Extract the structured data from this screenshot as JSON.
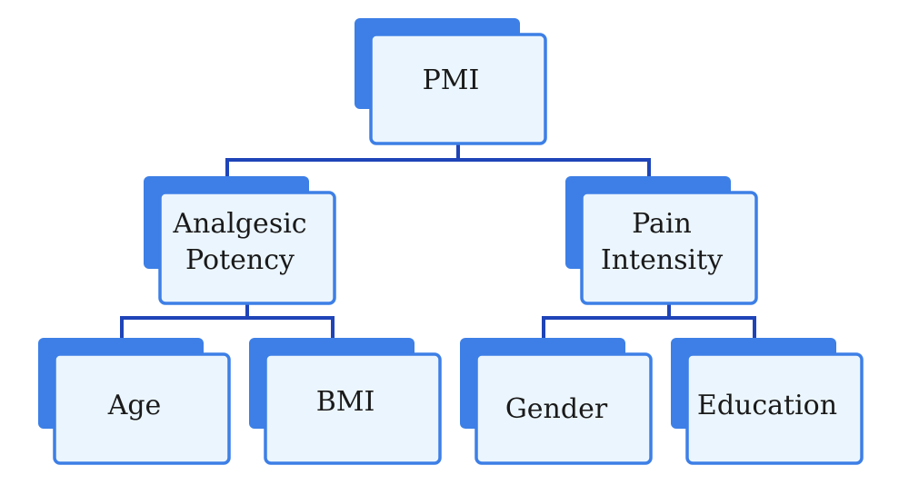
{
  "colors": {
    "shadow": "#3d7fe6",
    "border": "#3d7fe6",
    "fill": "#ebf5fd",
    "connector": "#1f44b8",
    "text": "#1a1a1a",
    "background": "#ffffff"
  },
  "nodes": [
    {
      "id": "pmi",
      "lines": [
        "PMI"
      ]
    },
    {
      "id": "analgesic-potency",
      "lines": [
        "Analgesic",
        "Potency"
      ]
    },
    {
      "id": "pain-intensity",
      "lines": [
        "Pain",
        "Intensity"
      ]
    },
    {
      "id": "age",
      "lines": [
        "Age"
      ]
    },
    {
      "id": "bmi",
      "lines": [
        "BMI"
      ]
    },
    {
      "id": "gender",
      "lines": [
        "Gender"
      ]
    },
    {
      "id": "education",
      "lines": [
        "Education"
      ]
    }
  ],
  "edges": [
    {
      "from": "pmi",
      "to": "analgesic-potency"
    },
    {
      "from": "pmi",
      "to": "pain-intensity"
    },
    {
      "from": "analgesic-potency",
      "to": "age"
    },
    {
      "from": "analgesic-potency",
      "to": "bmi"
    },
    {
      "from": "pain-intensity",
      "to": "gender"
    },
    {
      "from": "pain-intensity",
      "to": "education"
    }
  ]
}
